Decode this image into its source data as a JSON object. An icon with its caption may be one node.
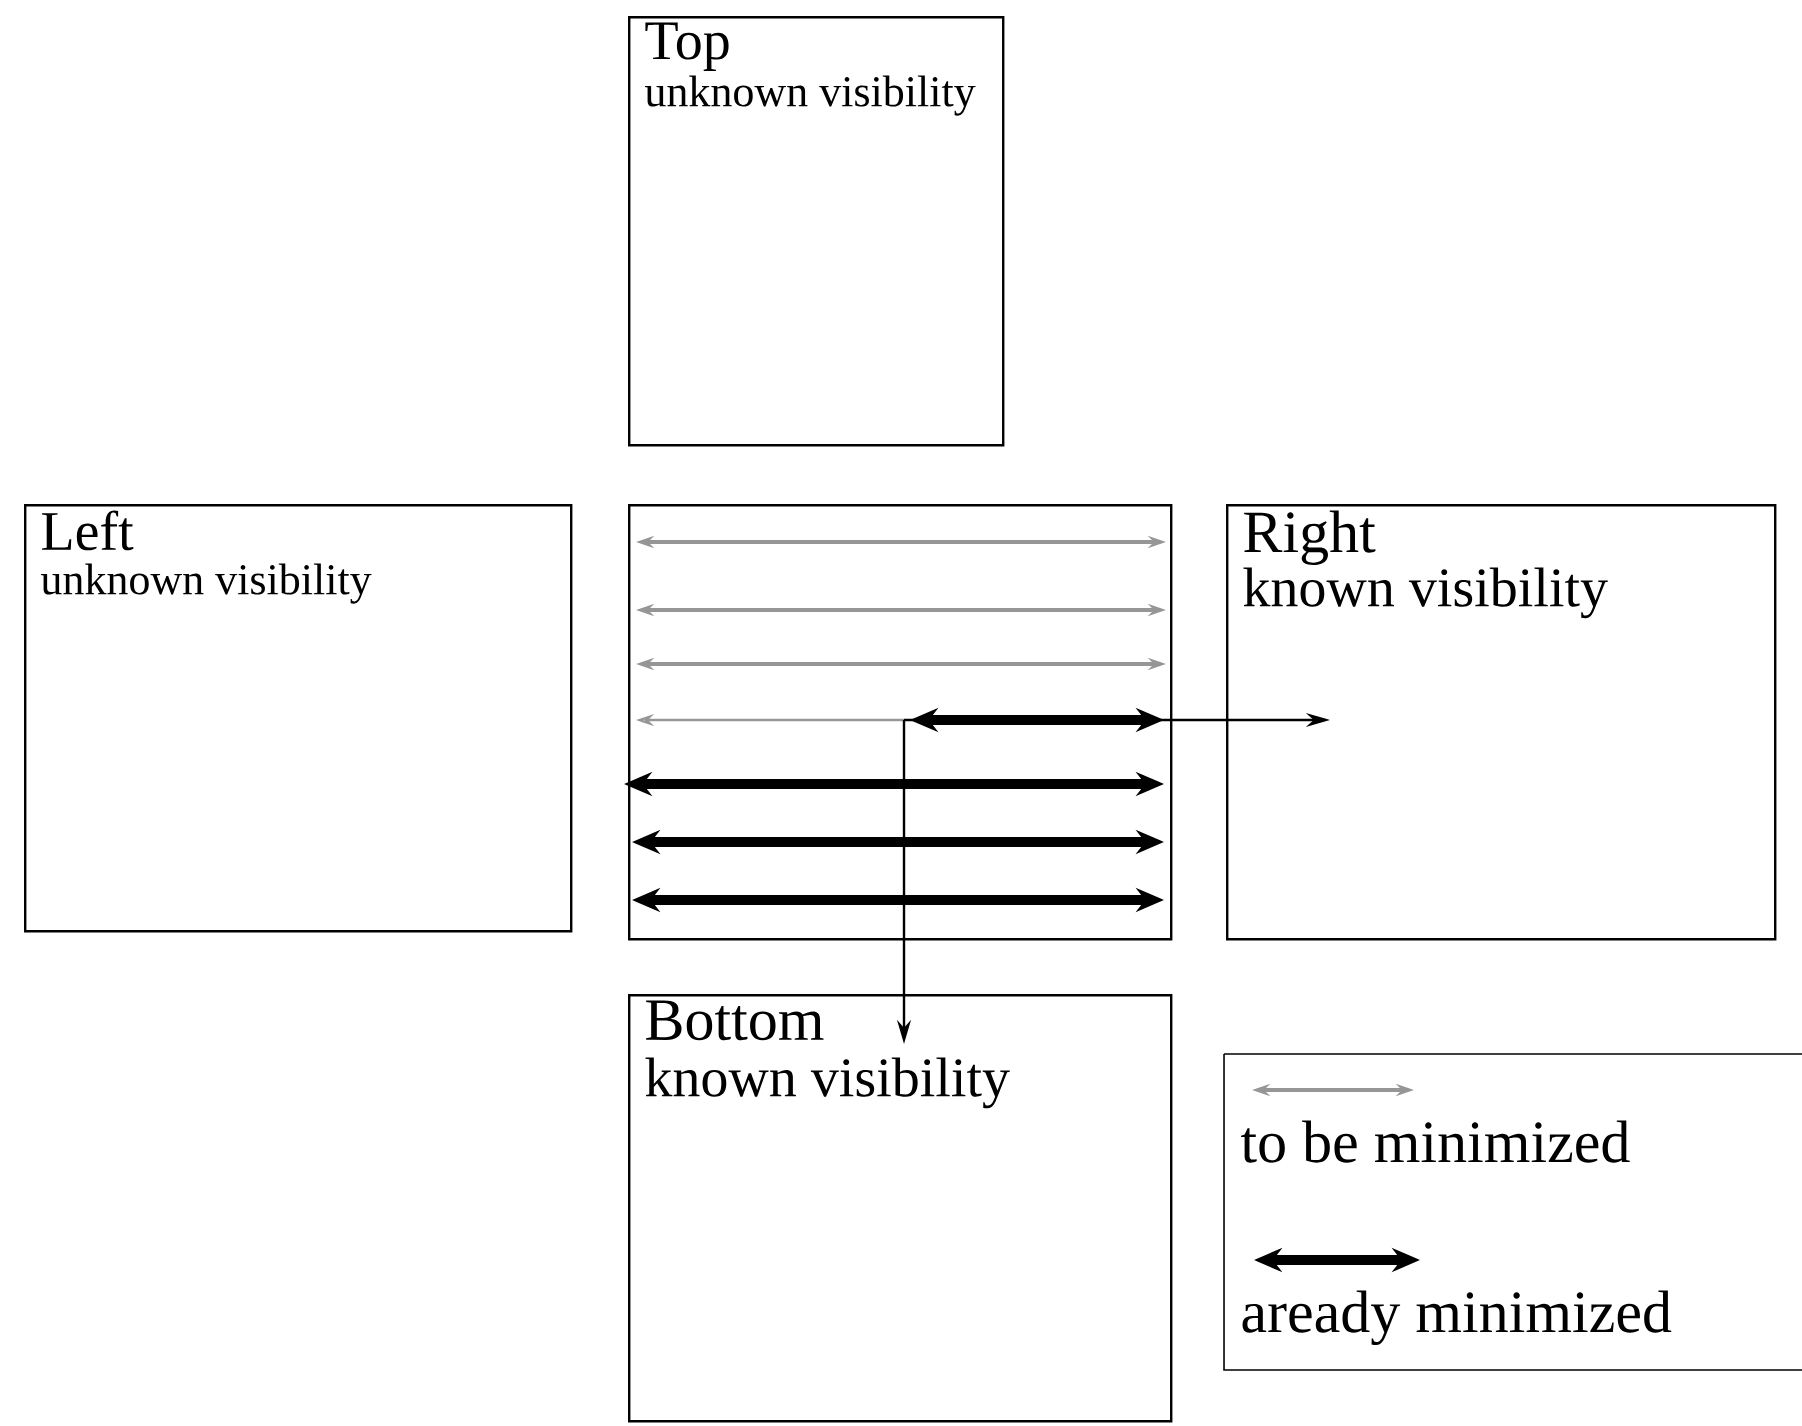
{
  "diagram": {
    "nodes": [
      {
        "text": [
          "Top",
          "unknown visibility"
        ]
      },
      {
        "text": [
          "Left",
          "unknown visibility"
        ]
      },
      {
        "text": [],
        "shape": "box"
      },
      {
        "text": [
          "Right",
          "known visibility"
        ]
      },
      {
        "text": [
          "Bottom",
          "known visibility"
        ]
      }
    ],
    "edges": [
      {
        "from": 2,
        "to": 3,
        "arrow": "to"
      },
      {
        "from": 2,
        "to": 4,
        "arrow": "to"
      }
    ],
    "legend": [
      {
        "text": "to be minimized"
      },
      {
        "text": "aready minimized"
      }
    ]
  }
}
